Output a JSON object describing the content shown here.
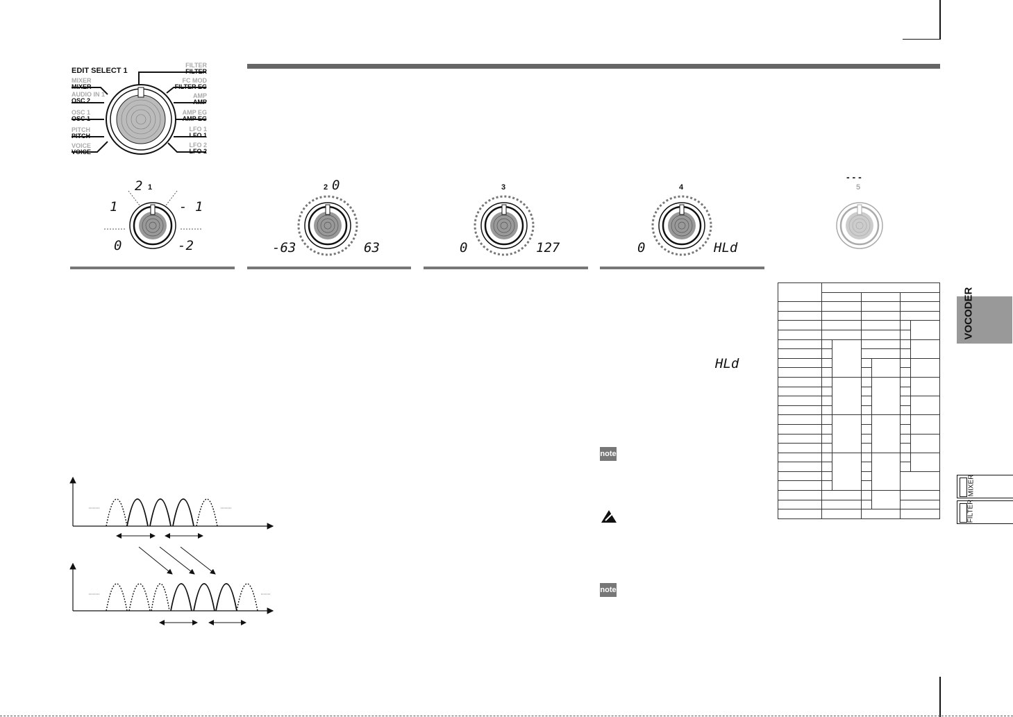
{
  "edit_select": {
    "title": "EDIT SELECT 1",
    "left": [
      {
        "top": "MIXER",
        "bottom": "MIXER"
      },
      {
        "top": "AUDIO IN 1",
        "bottom": "OSC 2"
      },
      {
        "top": "OSC 1",
        "bottom": "OSC 1"
      },
      {
        "top": "PITCH",
        "bottom": "PITCH"
      },
      {
        "top": "VOICE",
        "bottom": "VOICE"
      }
    ],
    "right": [
      {
        "top": "FILTER",
        "bottom": "FILTER"
      },
      {
        "top": "FC MOD",
        "bottom": "FILTER EG"
      },
      {
        "top": "AMP",
        "bottom": "AMP"
      },
      {
        "top": "AMP EG",
        "bottom": "AMP EG"
      },
      {
        "top": "LFO 1",
        "bottom": "LFO 1"
      },
      {
        "top": "LFO 2",
        "bottom": "LFO 2"
      }
    ]
  },
  "knobs": [
    {
      "number": "1",
      "display_top": "2",
      "left_labels": [
        "1",
        "0"
      ],
      "right_labels": [
        "- 1",
        "-2"
      ]
    },
    {
      "number": "2",
      "display_top": "0",
      "min": "-63",
      "max": "63"
    },
    {
      "number": "3",
      "min": "0",
      "max": "127"
    },
    {
      "number": "4",
      "min": "0",
      "max": "HLd"
    },
    {
      "number": "5",
      "display_top": "- - -"
    }
  ],
  "hld_display": "HLd",
  "icons": {
    "note1": "note",
    "note2": "note",
    "warning": "warning-icon"
  },
  "side_tabs": {
    "vocoder": "VOCODER",
    "mixer": "MIXER",
    "filter": "FILTER"
  },
  "colors": {
    "section_bar": "#777777",
    "tab_gray": "#999999",
    "dim_text": "#aaaaaa"
  }
}
